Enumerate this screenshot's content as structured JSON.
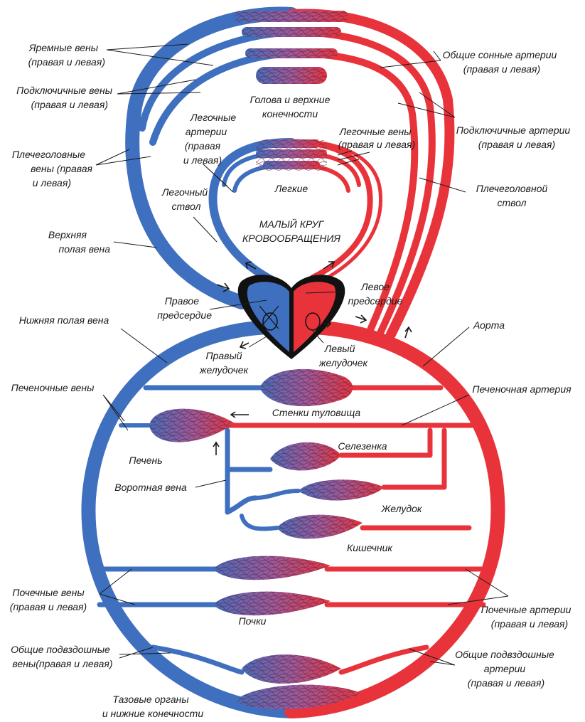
{
  "colors": {
    "venous": "#3f6fbf",
    "arterial": "#e8333b",
    "heart_outline": "#111111",
    "label": "#1a1a1a"
  },
  "labels": {
    "jugular_veins": [
      "Яремные вены",
      "(правая и левая)"
    ],
    "subclavian_veins": [
      "Подключичные вены",
      "(правая и левая)"
    ],
    "brachiocephalic_veins": [
      "Плечеголовные",
      "вены (правая",
      "и левая)"
    ],
    "superior_vena_cava": [
      "Верхняя",
      "полая вена"
    ],
    "pulmonary_arteries": [
      "Легочные",
      "артерии",
      "(правая",
      "и левая)"
    ],
    "pulmonary_trunk": [
      "Легочный",
      "ствол"
    ],
    "head_upper_limbs": [
      "Голова и верхние",
      "конечности"
    ],
    "pulmonary_veins": [
      "Легочные вены",
      "(правая и левая)"
    ],
    "lungs": "Легкие",
    "pulmonary_circulation": [
      "МАЛЫЙ КРУГ",
      "КРОВООБРАЩЕНИЯ"
    ],
    "common_carotid": [
      "Общие сонные артерии",
      "(правая и левая)"
    ],
    "subclavian_arteries": [
      "Подключичные артерии",
      "(правая и левая)"
    ],
    "brachiocephalic_trunk": [
      "Плечеголовной",
      "ствол"
    ],
    "right_atrium": [
      "Правое",
      "предсердие"
    ],
    "left_atrium": [
      "Левое",
      "предсердие"
    ],
    "inferior_vena_cava": "Нижняя полая вена",
    "right_ventricle": [
      "Правый",
      "желудочек"
    ],
    "left_ventricle": [
      "Левый",
      "желудочек"
    ],
    "aorta": "Аорта",
    "hepatic_veins": "Печеночные вены",
    "trunk_walls": "Стенки туловища",
    "hepatic_artery": "Печеночная артерия",
    "liver": "Печень",
    "spleen": "Селезенка",
    "portal_vein": "Воротная вена",
    "stomach": "Желудок",
    "intestine": "Кишечник",
    "renal_veins": [
      "Почечные вены",
      "(правая и левая)"
    ],
    "kidneys": "Почки",
    "renal_arteries": [
      "Почечные артерии",
      "(правая и левая)"
    ],
    "iliac_veins": [
      "Общие подвздошные",
      "вены(правая и левая)"
    ],
    "iliac_arteries": [
      "Общие подвздошные",
      "артерии",
      "(правая и левая)"
    ],
    "pelvic_organs": [
      "Тазовые органы",
      "и нижние конечности"
    ]
  }
}
